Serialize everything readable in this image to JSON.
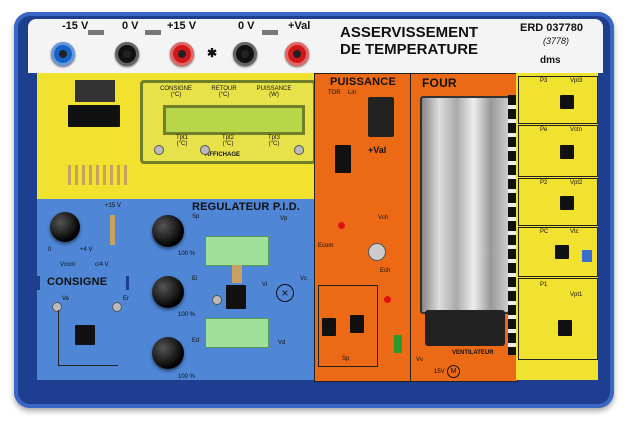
{
  "top_panel": {
    "label_m15": "-15 V",
    "label_0v_a": "0 V",
    "label_p15": "+15 V",
    "label_0v_b": "0 V",
    "label_val": "+Val",
    "title_line1": "ASSERVISSEMENT",
    "title_line2": "DE TEMPERATURE",
    "ref": "ERD 037780",
    "ref_sub": "(3778)",
    "brand": "dms"
  },
  "lcd": {
    "consigne": "CONSIGNE",
    "consigne_unit": "(°C)",
    "retour": "RETOUR",
    "retour_unit": "(°C)",
    "puissance": "PUISSANCE",
    "puissance_unit": "(W)",
    "tpt1": "Tpt1",
    "tpt1_unit": "(°C)",
    "tpt2": "Tpt2",
    "tpt2_unit": "(°C)",
    "tpt3": "Tpt3",
    "tpt3_unit": "(°C)",
    "affichage": "AFFICHAGE"
  },
  "sections": {
    "puissance": "PUISSANCE",
    "four": "FOUR",
    "regulateur": "REGULATEUR P.I.D.",
    "consigne": "CONSIGNE",
    "ventilateur": "VENTILATEUR"
  },
  "labels": {
    "tor": "TOR",
    "lin": "Lin",
    "val": "+Val",
    "ecom": "Ecom",
    "ech": "Ech",
    "vch": "Vch",
    "sp": "Sp",
    "ei": "Ei",
    "ed": "Ed",
    "vp": "Vp",
    "vi": "Vi",
    "vc": "Vc",
    "vd": "Vd",
    "vcom": "Vcom",
    "c4v": "c/4 V",
    "ve": "Ve",
    "er": "Er",
    "plus15": "+15 V",
    "zero": "0",
    "plus4": "+4 V",
    "pct100_a": "100 %",
    "pct100_b": "100 %",
    "pct100_c": "100 %",
    "sp2": "Sp",
    "vv": "Vv",
    "v15": "15V",
    "m": "M"
  },
  "right_column": [
    {
      "name": "P3",
      "value": "Vpt3"
    },
    {
      "name": "Pe",
      "value": "Vctn"
    },
    {
      "name": "P2",
      "value": "Vpt2"
    },
    {
      "name": "PC",
      "value": "Vtc"
    },
    {
      "name": "P1",
      "value": "Vpt1"
    }
  ],
  "colors": {
    "board": "#1e3f8f",
    "yellow": "#f1e230",
    "blue": "#4f86d6",
    "orange": "#ec6a15",
    "lcd": "#b8d64a"
  }
}
